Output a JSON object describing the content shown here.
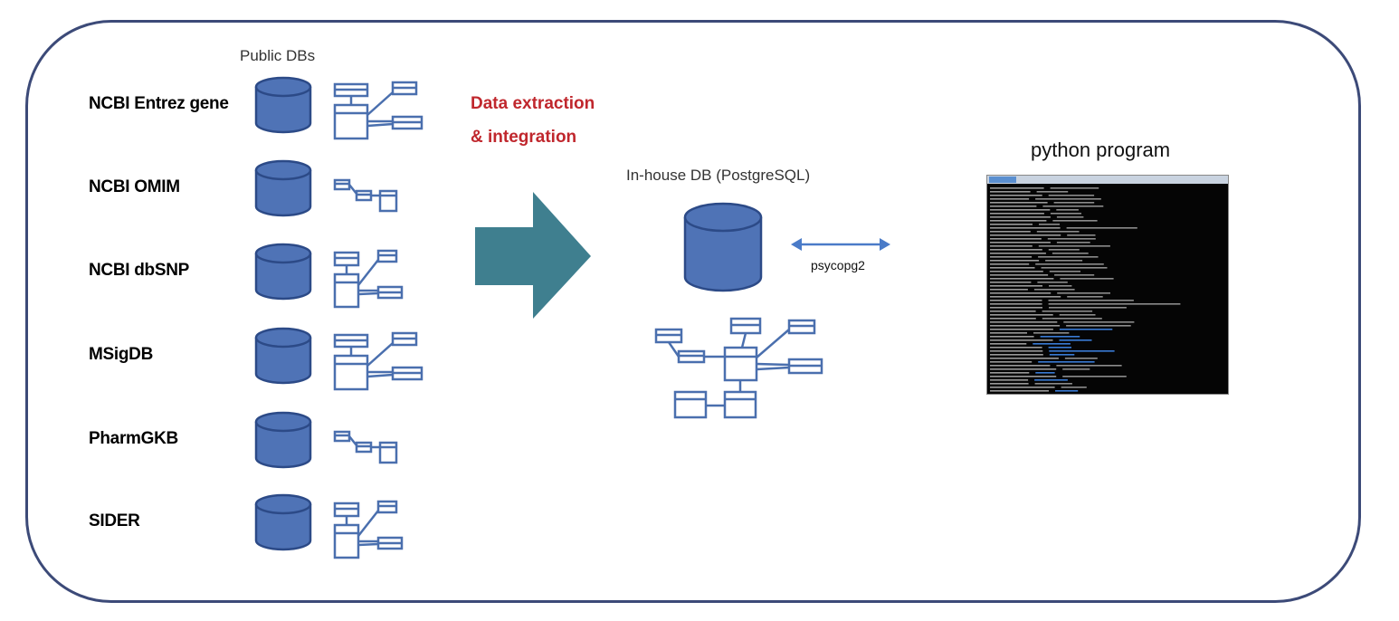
{
  "public_dbs": {
    "heading": "Public DBs",
    "items": [
      {
        "name": "NCBI Entrez gene",
        "schema": "large"
      },
      {
        "name": "NCBI OMIM",
        "schema": "small"
      },
      {
        "name": "NCBI dbSNP",
        "schema": "medium"
      },
      {
        "name": "MSigDB",
        "schema": "large"
      },
      {
        "name": "PharmGKB",
        "schema": "small"
      },
      {
        "name": "SIDER",
        "schema": "medium"
      }
    ]
  },
  "process": {
    "line1": "Data extraction",
    "line2": "& integration"
  },
  "inhouse": {
    "heading": "In-house DB (PostgreSQL)"
  },
  "connector": {
    "label": "psycopg2"
  },
  "program": {
    "heading": "python program"
  },
  "colors": {
    "frame": "#3c4a78",
    "db_fill": "#4f73b6",
    "db_stroke": "#2c4a87",
    "schema_stroke": "#4a6fae",
    "arrow": "#3f7f8f",
    "connector": "#4a7bc8",
    "accent_text": "#c0272d",
    "terminal_bg": "#050505"
  }
}
